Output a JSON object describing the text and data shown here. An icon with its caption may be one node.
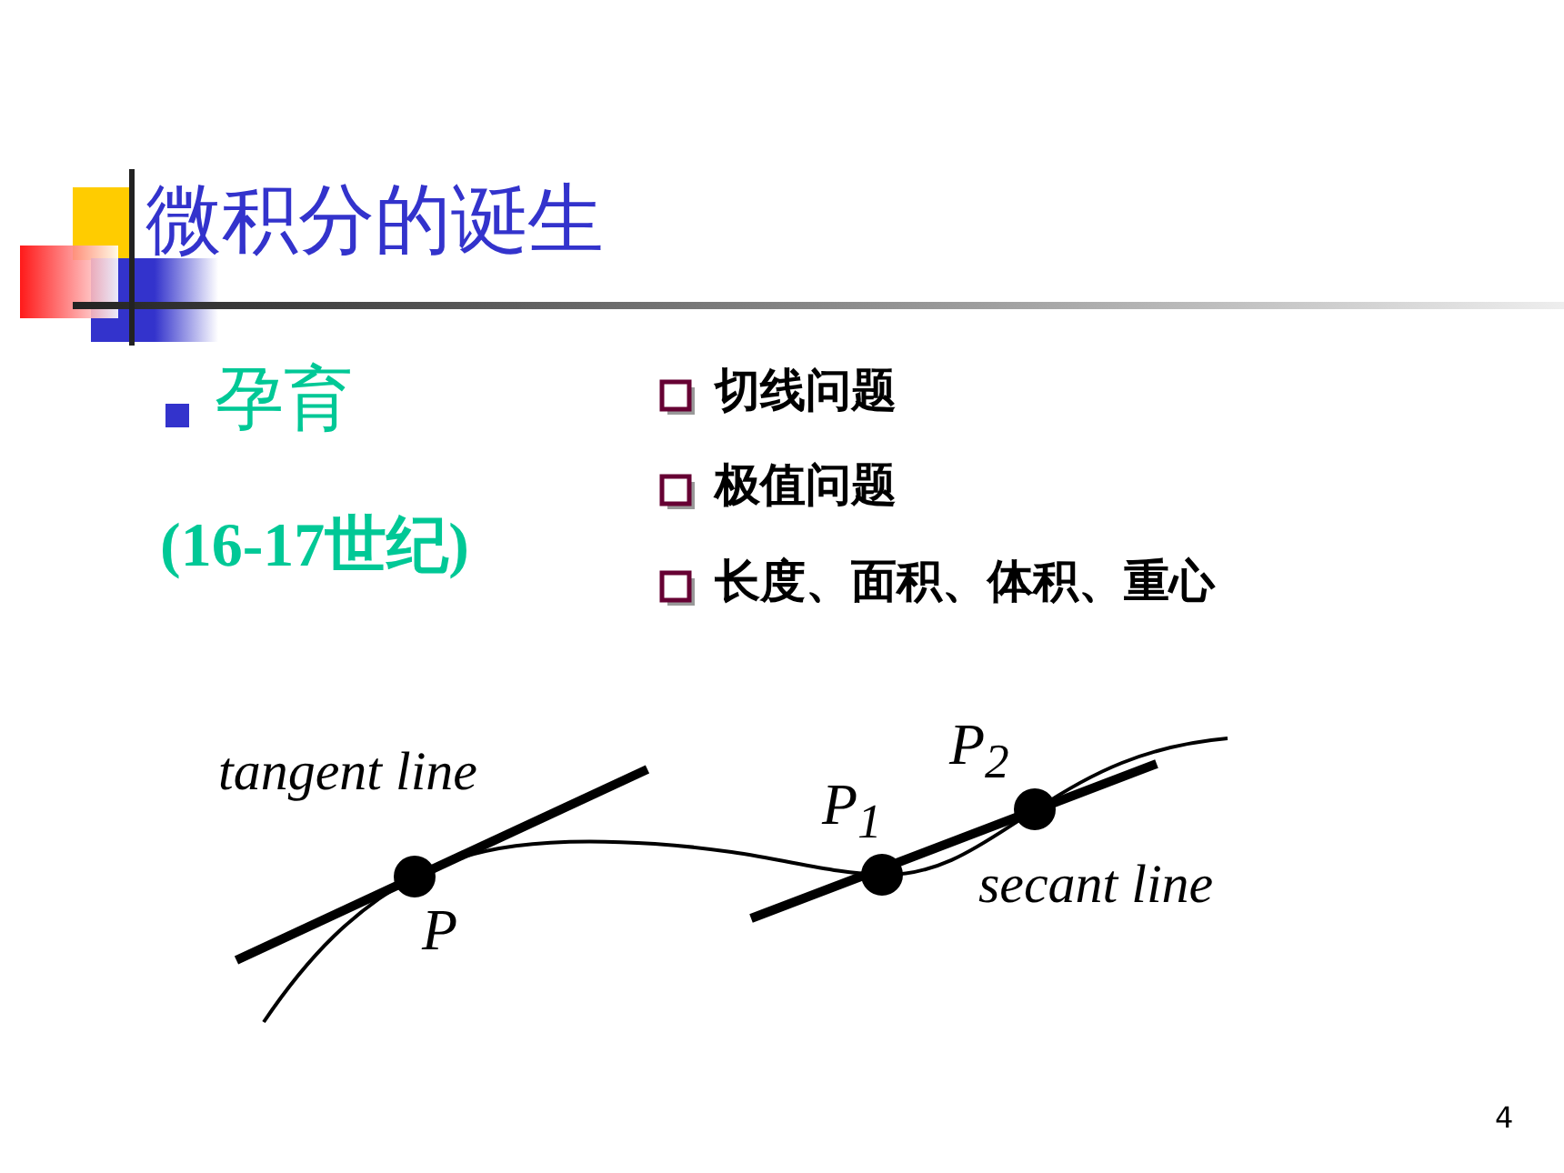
{
  "diagram": {
    "title": "微积分的诞生",
    "labels": [
      "孕育",
      "(16-17世纪)",
      "切线问题",
      "极值问题",
      "长度、面积、体积、重心",
      "tangent line",
      "P",
      "P$_{1}$",
      "P$_{2}$",
      "secant line",
      "4"
    ]
  }
}
